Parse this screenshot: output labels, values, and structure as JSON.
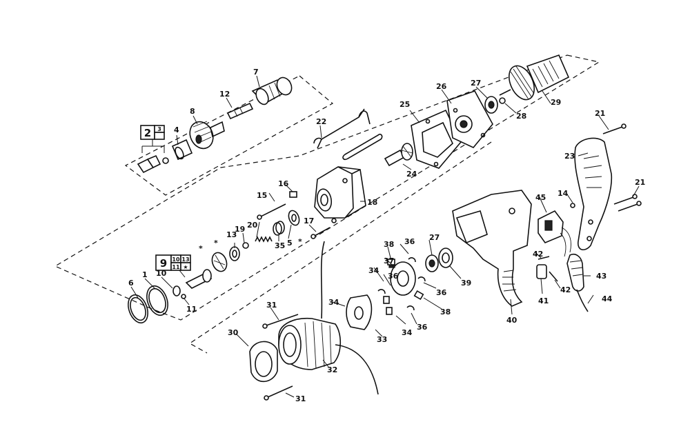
{
  "callouts": {
    "c1": "1",
    "c2": "2",
    "c3": "3",
    "c4": "4",
    "c5": "5",
    "c6": "6",
    "c7": "7",
    "c8": "8",
    "c10": "10",
    "c11": "11",
    "c12": "12",
    "c13": "13",
    "c14": "14",
    "c15": "15",
    "c16": "16",
    "c17": "17",
    "c18": "18",
    "c19": "19",
    "c20": "20",
    "c21a": "21",
    "c21b": "21",
    "c22": "22",
    "c23": "23",
    "c24": "24",
    "c25": "25",
    "c26": "26",
    "c27a": "27",
    "c27b": "27",
    "c28": "28",
    "c29": "29",
    "c30": "30",
    "c31a": "31",
    "c31b": "31",
    "c32": "32",
    "c33": "33",
    "c34a": "34",
    "c34b": "34",
    "c34c": "34",
    "c35": "35",
    "c36a": "36",
    "c36b": "36",
    "c36c": "36",
    "c36d": "36",
    "c37": "37",
    "c38a": "38",
    "c38b": "38",
    "c39": "39",
    "c40": "40",
    "c41": "41",
    "c42a": "42",
    "c42b": "42",
    "c43": "43",
    "c44": "44",
    "c45": "45",
    "star1": "*",
    "star2": "*",
    "star3": "*"
  },
  "kit_box_a": {
    "main": "2",
    "sub": "3"
  },
  "kit_box_b": {
    "main": "9",
    "sub_top_left": "10",
    "sub_top_right": "13",
    "sub_bottom_left": "11",
    "sub_bottom_right": "★"
  }
}
